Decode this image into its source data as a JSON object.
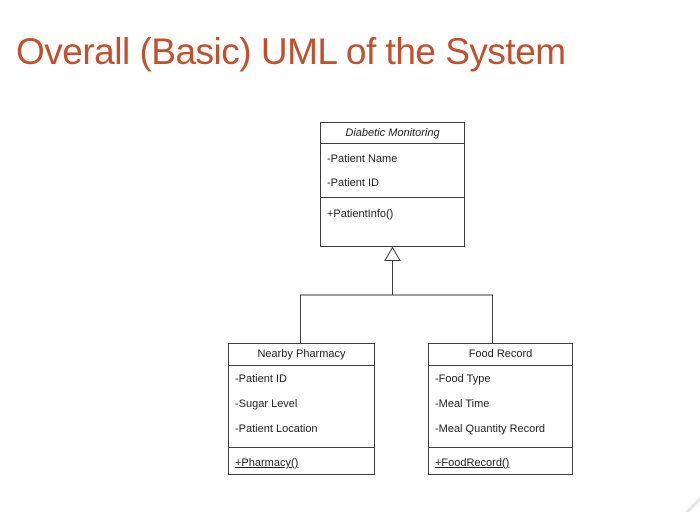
{
  "slide": {
    "title": "Overall (Basic) UML of the System"
  },
  "diagram": {
    "relationship": "inheritance",
    "classes": [
      {
        "name": "Diabetic Monitoring",
        "attributes": [
          "-Patient Name",
          "-Patient ID"
        ],
        "methods": [
          "+PatientInfo()"
        ]
      },
      {
        "name": "Nearby Pharmacy",
        "attributes": [
          "-Patient ID",
          "-Sugar Level",
          "-Patient Location"
        ],
        "methods": [
          "+Pharmacy()"
        ]
      },
      {
        "name": "Food Record",
        "attributes": [
          "-Food Type",
          "-Meal Time",
          "-Meal Quantity Record"
        ],
        "methods": [
          "+FoodRecord()"
        ]
      }
    ]
  },
  "colors": {
    "title_text": "#c2502e",
    "diagram_stroke": "#3e3e3e",
    "corner_accent": "#e3e3e3"
  }
}
